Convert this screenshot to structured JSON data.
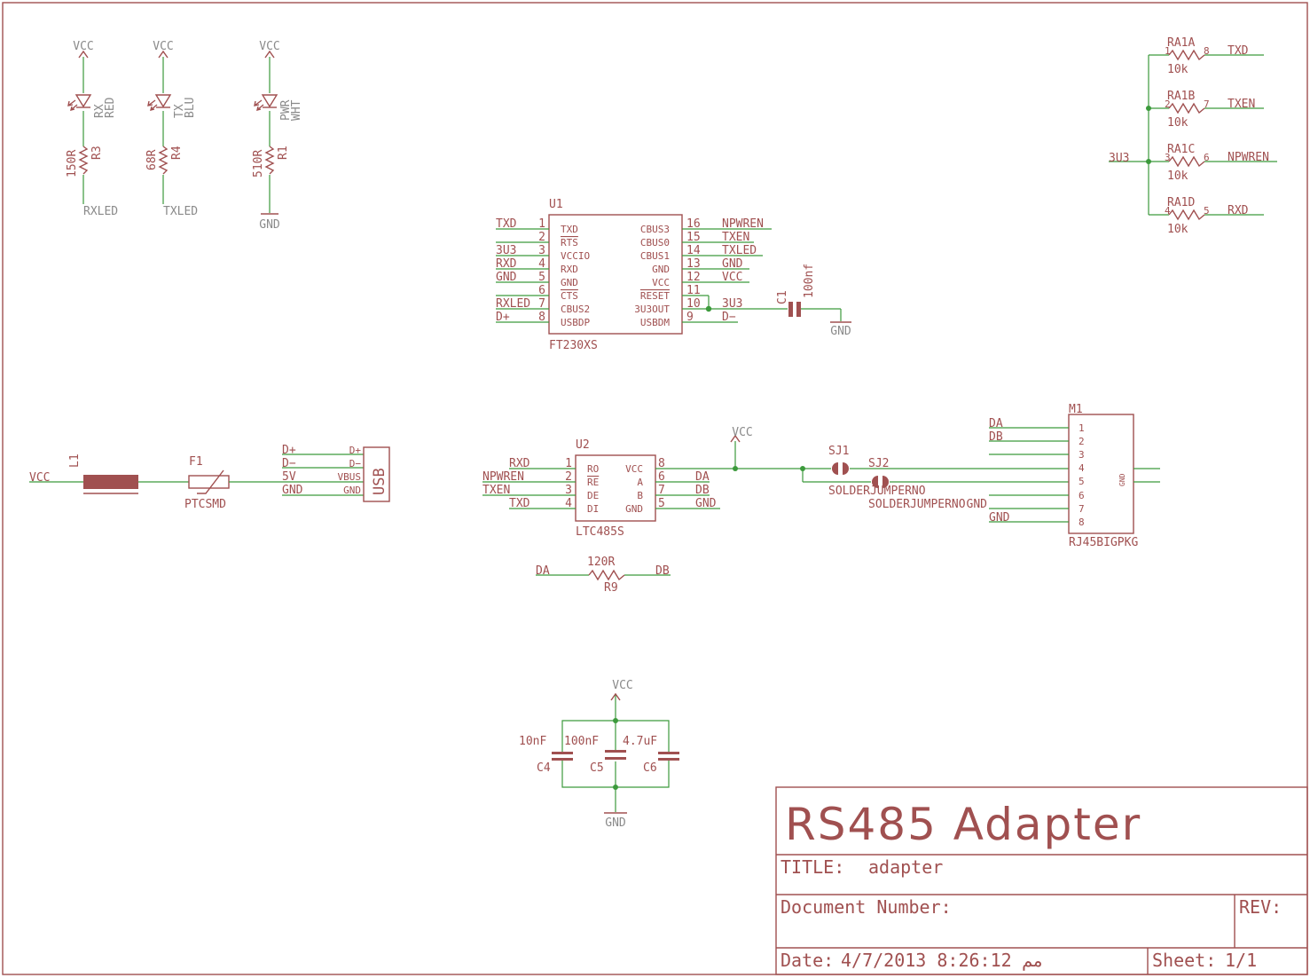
{
  "power": {
    "vcc": "VCC",
    "gnd": "GND",
    "v3v3": "3U3"
  },
  "leds": [
    {
      "name": "RX",
      "color": "RED",
      "resistor": "R3",
      "value": "150R",
      "net": "RXLED"
    },
    {
      "name": "TX",
      "color": "BLU",
      "resistor": "R4",
      "value": "68R",
      "net": "TXLED"
    },
    {
      "name": "PWR",
      "color": "WHT",
      "resistor": "R1",
      "value": "510R",
      "net": "GND"
    }
  ],
  "u1": {
    "ref": "U1",
    "part": "FT230XS",
    "left_pins": [
      {
        "num": "1",
        "name": "TXD",
        "net": "TXD"
      },
      {
        "num": "2",
        "name": "RTS",
        "net": ""
      },
      {
        "num": "3",
        "name": "VCCIO",
        "net": "3U3"
      },
      {
        "num": "4",
        "name": "RXD",
        "net": "RXD"
      },
      {
        "num": "5",
        "name": "GND",
        "net": "GND"
      },
      {
        "num": "6",
        "name": "CTS",
        "net": ""
      },
      {
        "num": "7",
        "name": "CBUS2",
        "net": "RXLED"
      },
      {
        "num": "8",
        "name": "USBDP",
        "net": "D+"
      }
    ],
    "right_pins": [
      {
        "num": "16",
        "name": "CBUS3",
        "net": "NPWREN"
      },
      {
        "num": "15",
        "name": "CBUS0",
        "net": "TXEN"
      },
      {
        "num": "14",
        "name": "CBUS1",
        "net": "TXLED"
      },
      {
        "num": "13",
        "name": "GND",
        "net": "GND"
      },
      {
        "num": "12",
        "name": "VCC",
        "net": "VCC"
      },
      {
        "num": "11",
        "name": "RESET",
        "net": ""
      },
      {
        "num": "10",
        "name": "3U3OUT",
        "net": "3U3"
      },
      {
        "num": "9",
        "name": "USBDM",
        "net": "D−"
      }
    ]
  },
  "c1": {
    "ref": "C1",
    "value": "100nf"
  },
  "resistor_array": [
    {
      "ref": "RA1A",
      "pin_l": "1",
      "pin_r": "8",
      "value": "10k",
      "net": "TXD"
    },
    {
      "ref": "RA1B",
      "pin_l": "2",
      "pin_r": "7",
      "value": "10k",
      "net": "TXEN"
    },
    {
      "ref": "RA1C",
      "pin_l": "3",
      "pin_r": "6",
      "value": "10k",
      "net": "NPWREN"
    },
    {
      "ref": "RA1D",
      "pin_l": "4",
      "pin_r": "5",
      "value": "10k",
      "net": "RXD"
    }
  ],
  "l1": {
    "ref": "L1",
    "net": "VCC"
  },
  "f1": {
    "ref": "F1",
    "part": "PTCSMD"
  },
  "usb": {
    "label": "USB",
    "nets": [
      "D+",
      "D−",
      "5V",
      "GND"
    ],
    "pins": [
      "D+",
      "D−",
      "VBUS",
      "GND"
    ]
  },
  "u2": {
    "ref": "U2",
    "part": "LTC485S",
    "left_pins": [
      {
        "num": "1",
        "name": "RO",
        "net": "RXD"
      },
      {
        "num": "2",
        "name": "RE",
        "net": "NPWREN"
      },
      {
        "num": "3",
        "name": "DE",
        "net": "TXEN"
      },
      {
        "num": "4",
        "name": "DI",
        "net": "TXD"
      }
    ],
    "right_pins": [
      {
        "num": "8",
        "name": "VCC",
        "net": ""
      },
      {
        "num": "6",
        "name": "A",
        "net": "DA"
      },
      {
        "num": "7",
        "name": "B",
        "net": "DB"
      },
      {
        "num": "5",
        "name": "GND",
        "net": "GND"
      }
    ]
  },
  "sj1": {
    "ref": "SJ1",
    "part": "SOLDERJUMPERNO"
  },
  "sj2": {
    "ref": "SJ2",
    "part": "SOLDERJUMPERNO",
    "net": "GND"
  },
  "m1": {
    "ref": "M1",
    "part": "RJ45BIGPKG",
    "pin_gnd": "GND",
    "pins": [
      "1",
      "2",
      "3",
      "4",
      "5",
      "6",
      "7",
      "8"
    ],
    "nets": [
      "DA",
      "DB",
      "GND"
    ]
  },
  "r9": {
    "ref": "R9",
    "value": "120R",
    "net_l": "DA",
    "net_r": "DB"
  },
  "caps": [
    {
      "ref": "C4",
      "value": "10nF"
    },
    {
      "ref": "C5",
      "value": "100nF"
    },
    {
      "ref": "C6",
      "value": "4.7uF"
    }
  ],
  "title_block": {
    "heading": "RS485 Adapter",
    "title_label": "TITLE:",
    "title_value": "adapter",
    "docnum_label": "Document Number:",
    "rev_label": "REV:",
    "date_label": "Date:",
    "date_value": "4/7/2013 8:26:12 مم",
    "sheet_label": "Sheet:",
    "sheet_value": "1/1"
  }
}
